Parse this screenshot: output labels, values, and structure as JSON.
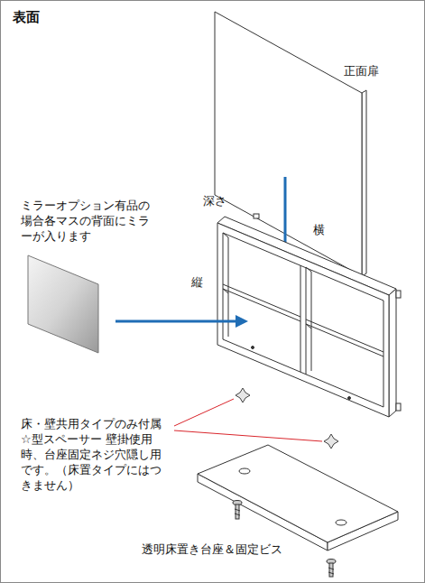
{
  "diagram": {
    "title": "表面",
    "labels": [
      "正面扉",
      "深さ",
      "横",
      "縦",
      "ミラーオプション有品の場合各マスの背面にミラーが入ります",
      "床・壁共用タイプのみ付属 ☆型スペーサー 壁掛使用時、台座固定ネジ穴隠し用です。（床置タイプにはつきません）",
      "透明床置き台座＆固定ビス"
    ]
  }
}
